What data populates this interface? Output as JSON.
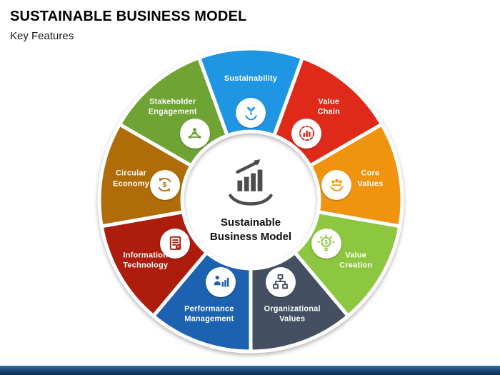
{
  "slide": {
    "title": "SUSTAINABLE BUSINESS MODEL",
    "subtitle": "Key Features"
  },
  "diagram": {
    "center": {
      "title": "Sustainable\nBusiness Model",
      "icon": "hand-growth-chart-icon",
      "icon_color": "#4d4d4d",
      "text_color": "#111111"
    },
    "label_color": "#ffffff",
    "gap_color": "#ffffff",
    "segments": [
      {
        "label": "Sustainability",
        "color": "#1f96e4",
        "icon": "hand-plant-icon"
      },
      {
        "label": "Value\nChain",
        "color": "#df2a19",
        "icon": "gauge-chart-icon"
      },
      {
        "label": "Core\nValues",
        "color": "#f0930f",
        "icon": "hand-people-icon"
      },
      {
        "label": "Value\nCreation",
        "color": "#8dc63f",
        "icon": "bulb-dollar-icon"
      },
      {
        "label": "Organizational\nValues",
        "color": "#445061",
        "icon": "org-chart-icon"
      },
      {
        "label": "Performance\nManagement",
        "color": "#1d62b0",
        "icon": "person-chart-icon"
      },
      {
        "label": "Information\nTechnology",
        "color": "#ae1c0d",
        "icon": "document-gear-icon"
      },
      {
        "label": "Circular\nEconomy",
        "color": "#af6c08",
        "icon": "dollar-refresh-icon"
      },
      {
        "label": "Stakeholder\nEngagement",
        "color": "#6fa334",
        "icon": "people-network-icon"
      }
    ]
  },
  "footer": {
    "bar_color": "#1b3f6e"
  }
}
